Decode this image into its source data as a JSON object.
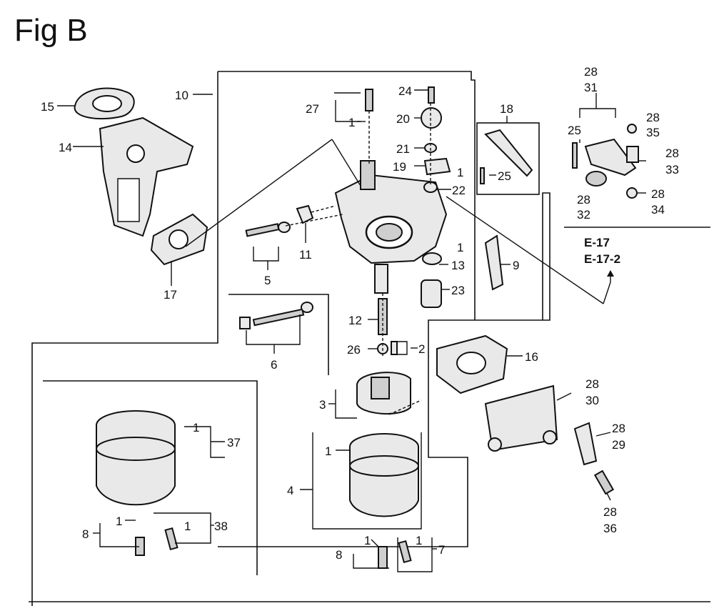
{
  "figure": {
    "title": "Fig B"
  },
  "callouts": {
    "c15": "15",
    "c14": "14",
    "c17": "17",
    "c10": "10",
    "c27": "27",
    "c1a": "1",
    "c24": "24",
    "c20": "20",
    "c21": "21",
    "c19": "19",
    "c1b": "1",
    "c22": "22",
    "c18": "18",
    "c25a": "25",
    "c11": "11",
    "c5": "5",
    "c6": "6",
    "c1c": "1",
    "c13": "13",
    "c9": "9",
    "c23": "23",
    "c12": "12",
    "c26": "26",
    "c2": "2",
    "c16": "16",
    "c3": "3",
    "c1d": "1",
    "c4": "4",
    "c8a": "8",
    "c1e": "1",
    "c1f": "1",
    "c7": "7",
    "c1g": "1",
    "c37": "37",
    "c8b": "8",
    "c1h": "1",
    "c1i": "1",
    "c38": "38",
    "c28a": "28",
    "c31": "31",
    "c25b": "25",
    "c28b": "28",
    "c35": "35",
    "c28c": "28",
    "c33": "33",
    "c28d": "28",
    "c32": "32",
    "c28e": "28",
    "c34": "34",
    "c28f": "28",
    "c30": "30",
    "c28g": "28",
    "c29": "29",
    "c28h": "28",
    "c36": "36"
  },
  "references": {
    "ref1": "E-17",
    "ref2": "E-17-2"
  }
}
